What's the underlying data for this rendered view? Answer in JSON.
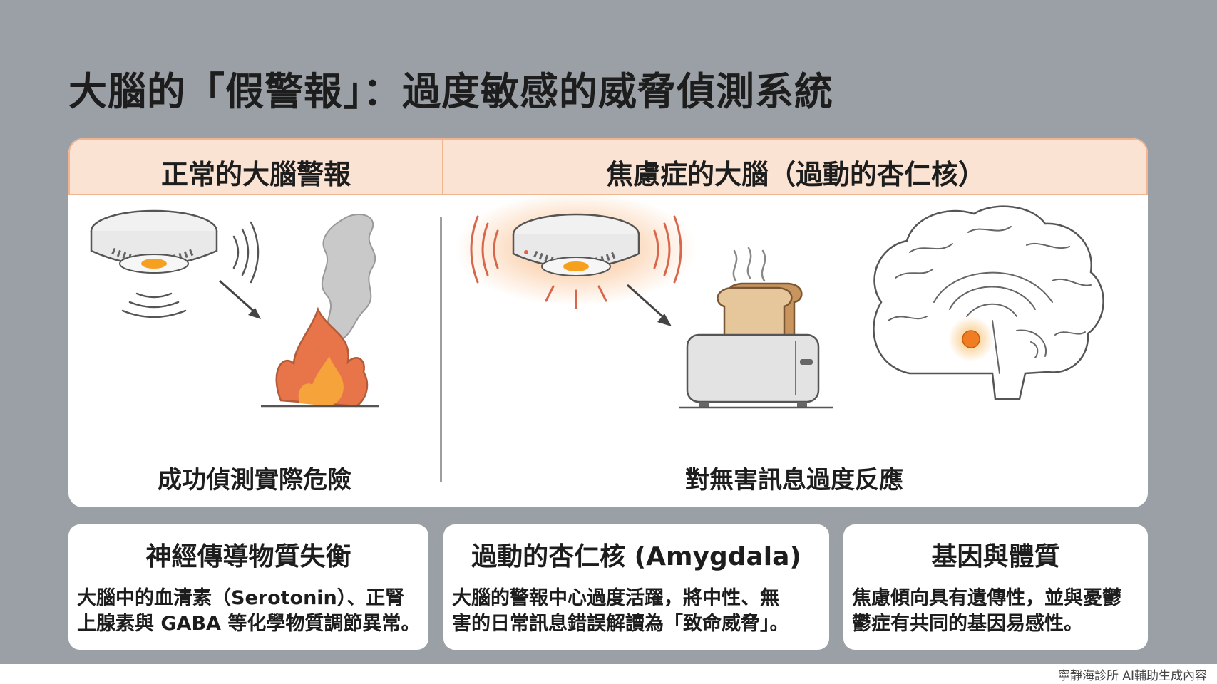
{
  "title": "大腦的「假警報」：過度敏感的威脅偵測系統",
  "panel": {
    "left_header": "正常的大腦警報",
    "right_header": "焦慮症的大腦（過動的杏仁核）",
    "left_caption": "成功偵測實際危險",
    "right_caption": "對無害訊息過度反應"
  },
  "cards": [
    {
      "title": "神經傳導物質失衡",
      "lines": [
        "大腦中的血清素（Serotonin）、正腎",
        "上腺素與 GABA 等化學物質調節異常。"
      ]
    },
    {
      "title": "過動的杏仁核 (Amygdala)",
      "lines": [
        "大腦的警報中心過度活躍，將中性、無",
        "害的日常訊息錯誤解讀為「致命威脅」。"
      ]
    },
    {
      "title": "基因與體質",
      "lines": [
        "焦慮傾向具有遺傳性，並與憂鬱",
        "鬱症有共同的基因易感性。"
      ]
    }
  ],
  "footer": "寧靜海診所 AI輔助生成內容",
  "colors": {
    "background": "#9aa0a5",
    "header_fill": "#fbe3d3",
    "header_border": "#f0b48f",
    "alarm_orange": "#f5a01e",
    "flame_outer": "#e8744a",
    "flame_inner": "#f6a33c"
  },
  "icons": [
    "smoke-detector-icon",
    "fire-icon",
    "smoke-icon",
    "toaster-icon",
    "toast-bread-icon",
    "brain-icon",
    "amygdala-glow-icon"
  ]
}
